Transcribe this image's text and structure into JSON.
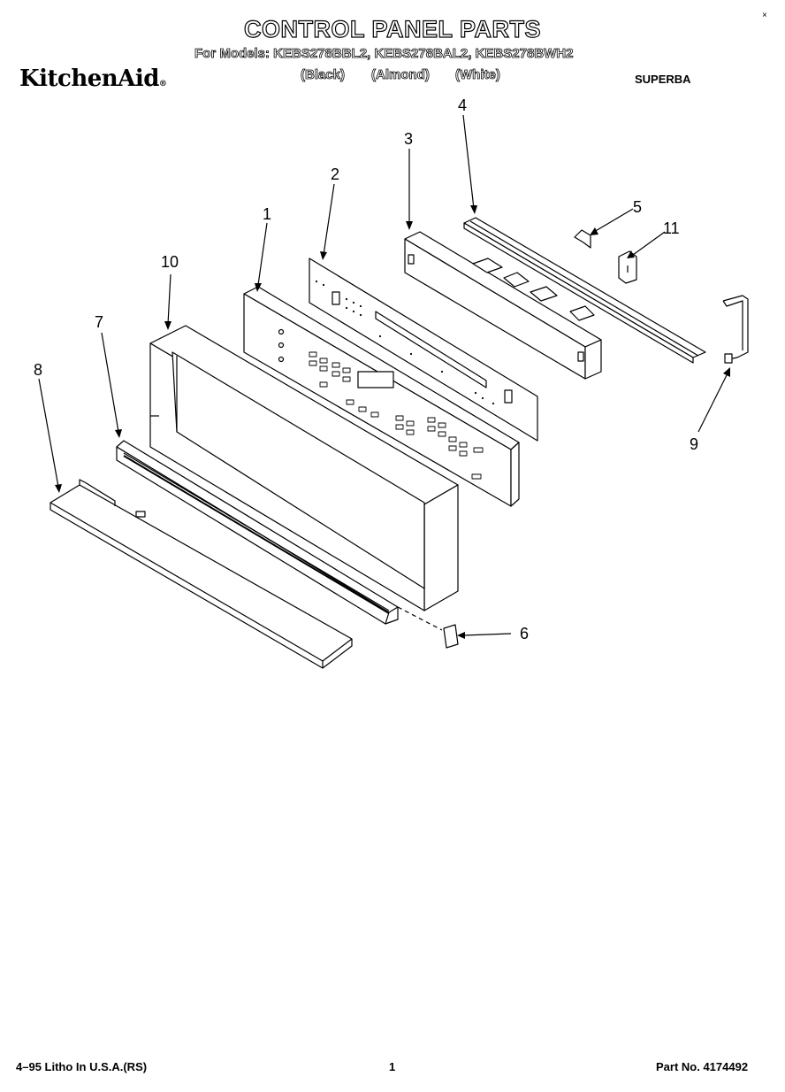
{
  "header": {
    "title": "CONTROL PANEL PARTS",
    "models": "For Models: KEBS278BBL2, KEBS278BAL2, KEBS278BWH2",
    "colors": [
      "(Black)",
      "(Almond)",
      "(White)"
    ],
    "brand": "KitchenAid",
    "brand_mark": "®",
    "code": "SUPERBA",
    "corner_mark": "×"
  },
  "callouts": [
    "1",
    "2",
    "3",
    "4",
    "5",
    "6",
    "7",
    "8",
    "9",
    "10",
    "11"
  ],
  "footer": {
    "print": "4–95 Litho In U.S.A.(RS)",
    "page": "1",
    "part_no": "Part No. 4174492"
  }
}
